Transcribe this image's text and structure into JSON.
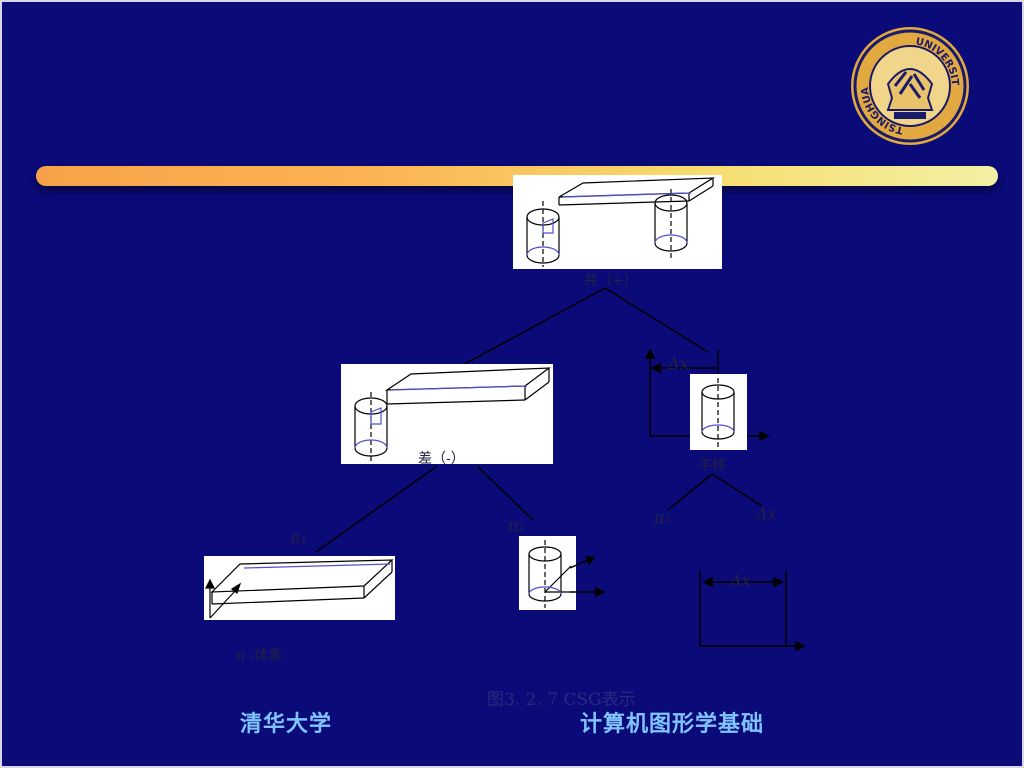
{
  "diagram": {
    "root_label": "并（+）",
    "difference_label": "差（-）",
    "translate_label": "平移",
    "pi1": "π₁",
    "pi2": "π₂",
    "pi2_b": "π₂",
    "delta_x_top": "Δx",
    "delta_x_mid": "Δx",
    "delta_x_bottom": "Δx",
    "primitive_label": "π -体素"
  },
  "caption": "图3. 2. 7 CSG表示",
  "footer": {
    "left": "清华大学",
    "right": "计算机图形学基础"
  },
  "logo": {
    "top_text": "UNIVERSITY",
    "left_text": "TSINGHUA"
  },
  "colors": {
    "background": "#0a0a78",
    "footer_text": "#7fc4ff",
    "bar_start": "#f7a24a",
    "bar_end": "#f2f0a4",
    "edge_blue": "#5050d0"
  }
}
